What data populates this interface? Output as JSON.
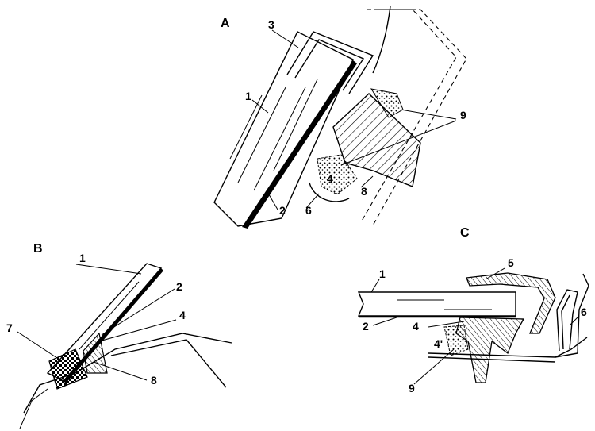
{
  "views": {
    "a": {
      "letter": "A",
      "labels": {
        "l1": "1",
        "l2": "2",
        "l3": "3",
        "l4": "4",
        "l6": "6",
        "l8": "8",
        "l9": "9"
      }
    },
    "b": {
      "letter": "B",
      "labels": {
        "l1": "1",
        "l2": "2",
        "l4": "4",
        "l7": "7",
        "l8": "8"
      }
    },
    "c": {
      "letter": "C",
      "labels": {
        "l1": "1",
        "l2": "2",
        "l4": "4",
        "l4p": "4'",
        "l5": "5",
        "l6": "6",
        "l9": "9"
      }
    }
  }
}
